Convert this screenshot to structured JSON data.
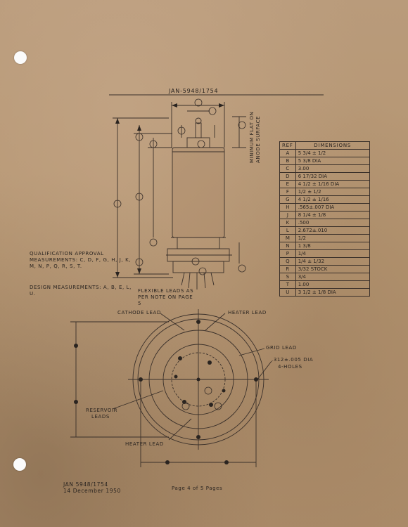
{
  "document": {
    "title": "JAN-5948/1754",
    "qualification_note": "QUALIFICATION APPROVAL MEASUREMENTS: C, D, F, G, H, J, K, M, N, P, Q, R, S, T.",
    "design_note": "DESIGN MEASUREMENTS: A, B, E, L, U.",
    "flexible_leads_note": "FLEXIBLE LEADS AS PER NOTE ON PAGE 5",
    "flat_note": "MINIMUM FLAT ON ANODE SURFACE",
    "footer_part": "JAN 5948/1754",
    "footer_date": "14 December 1950",
    "footer_page": "Page 4 of 5 Pages"
  },
  "table": {
    "header_ref": "REF",
    "header_dim": "DIMENSIONS",
    "rows": [
      {
        "ref": "A",
        "value": "5 3/4 ± 1/2"
      },
      {
        "ref": "B",
        "value": "5 3/8 DIA"
      },
      {
        "ref": "C",
        "value": "3.00"
      },
      {
        "ref": "D",
        "value": "6 17/32 DIA"
      },
      {
        "ref": "E",
        "value": "4 1/2 ± 1/16 DIA"
      },
      {
        "ref": "F",
        "value": "1/2 ± 1/2"
      },
      {
        "ref": "G",
        "value": "4 1/2 ± 1/16"
      },
      {
        "ref": "H",
        "value": ".565±.007 DIA"
      },
      {
        "ref": "J",
        "value": "8 1/4 ± 1/8"
      },
      {
        "ref": "K",
        "value": ".500"
      },
      {
        "ref": "L",
        "value": "2.672±.010"
      },
      {
        "ref": "M",
        "value": "1/2"
      },
      {
        "ref": "N",
        "value": "1 3/8"
      },
      {
        "ref": "P",
        "value": "1/4"
      },
      {
        "ref": "Q",
        "value": "1/4 ± 1/32"
      },
      {
        "ref": "R",
        "value": "3/32 STOCK"
      },
      {
        "ref": "S",
        "value": "3/4"
      },
      {
        "ref": "T",
        "value": "1.00"
      },
      {
        "ref": "U",
        "value": "3 1/2 ± 1/8 DIA"
      }
    ]
  },
  "labels": {
    "cathode_lead": "CATHODE LEAD",
    "heater_lead_top": "HEATER LEAD",
    "grid_lead": "GRID LEAD",
    "holes": ".312±.005 DIA",
    "holes2": "4-HOLES",
    "reservoir": "RESERVOIR",
    "reservoir2": "LEADS",
    "heater_lead_bottom": "HEATER LEAD"
  }
}
